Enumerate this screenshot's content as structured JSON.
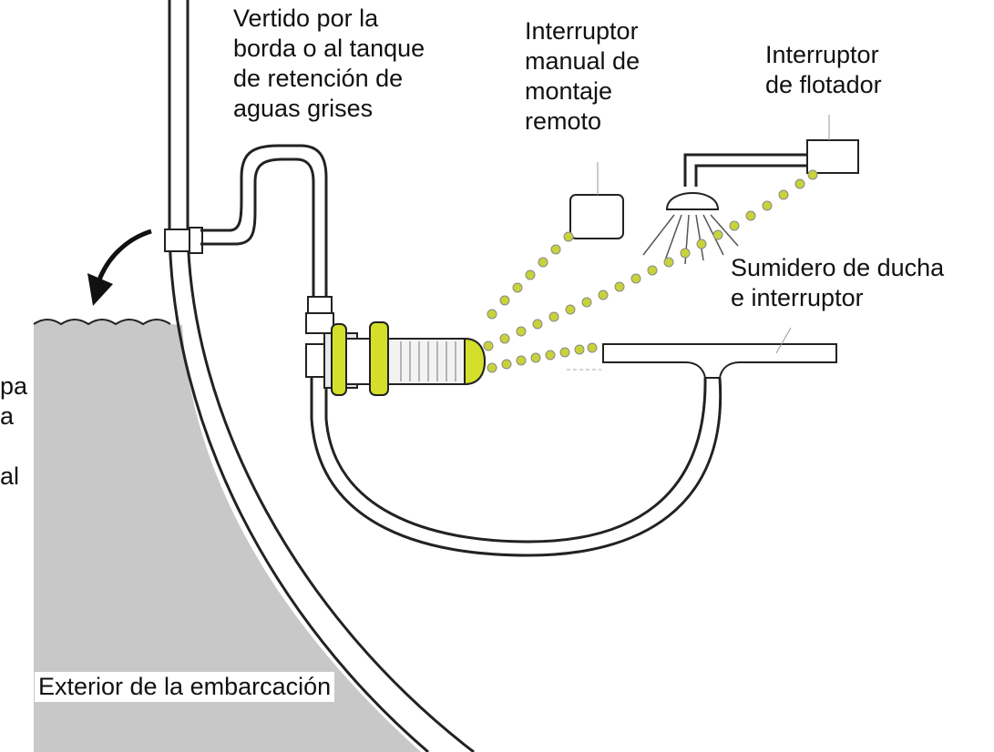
{
  "labels": {
    "discharge": "Vertido por la\nborda o al tanque\nde retención de\naguas grises",
    "manual_switch": "Interruptor\nmanual de\nmontaje\nremoto",
    "float_switch": "Interruptor\nde flotador",
    "shower_sump": "Sumidero de ducha\ne interruptor",
    "left_cut": "pa\na\n\nal",
    "boat_exterior": "Exterior de la embarcación"
  },
  "colors": {
    "hull": "#c8c8c8",
    "line": "#222222",
    "pump_accent": "#d3df2a",
    "wiring_dots": "#c8d23a"
  },
  "icons": {
    "discharge_direction": "curved-arrow-icon",
    "shower_head": "shower-head-icon"
  }
}
